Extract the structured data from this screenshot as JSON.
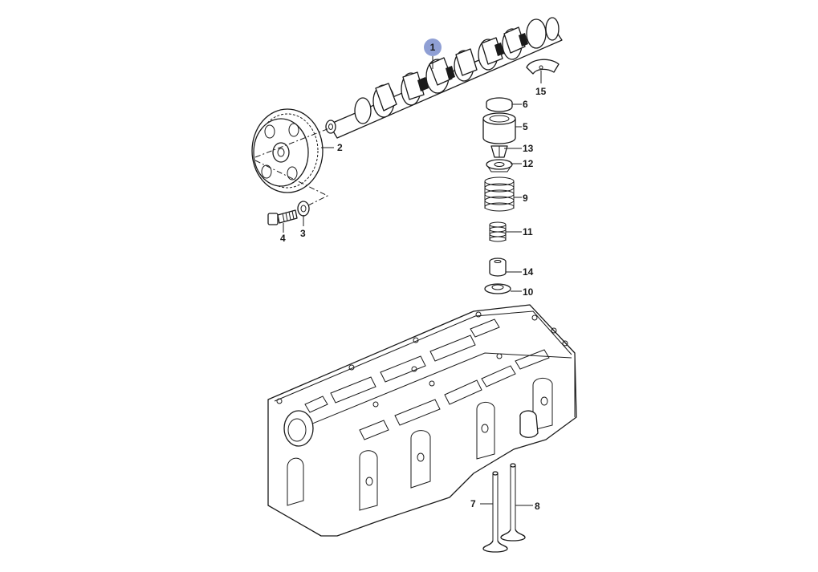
{
  "selected_callout_color": "#8f9fd4",
  "callouts": {
    "c1": "1",
    "c2": "2",
    "c3": "3",
    "c4": "4",
    "c5": "5",
    "c6": "6",
    "c7": "7",
    "c8": "8",
    "c9": "9",
    "c10": "10",
    "c11": "11",
    "c12": "12",
    "c13": "13",
    "c14": "14",
    "c15": "15"
  }
}
